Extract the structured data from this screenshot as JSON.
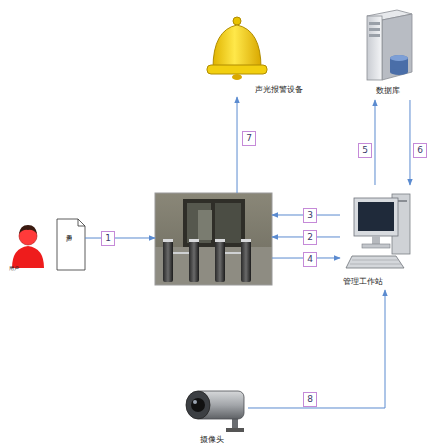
{
  "diagram": {
    "nodes": [
      {
        "text": [
          "声光报警设备"
        ]
      },
      {
        "text": [
          "数据库"
        ]
      },
      {
        "text": [
          "用户"
        ]
      },
      {
        "text": [
          "用户卡"
        ]
      },
      {
        "text": []
      },
      {
        "text": [
          "管理工作站"
        ]
      },
      {
        "text": [
          "摄像头"
        ]
      }
    ],
    "edges": [
      {
        "from": 3,
        "to": 4,
        "label": "1",
        "arrow": "to"
      },
      {
        "from": 4,
        "to": 0,
        "label": "7",
        "arrow": "to"
      },
      {
        "from": 5,
        "to": 1,
        "label": "5",
        "arrow": "to"
      },
      {
        "from": 1,
        "to": 5,
        "label": "6",
        "arrow": "to"
      },
      {
        "from": 5,
        "to": 4,
        "label": "3",
        "arrow": "to"
      },
      {
        "from": 5,
        "to": 4,
        "label": "2",
        "arrow": "to"
      },
      {
        "from": 4,
        "to": 5,
        "label": "4",
        "arrow": "to"
      },
      {
        "from": 6,
        "to": 5,
        "label": "8",
        "arrow": "to"
      }
    ]
  }
}
